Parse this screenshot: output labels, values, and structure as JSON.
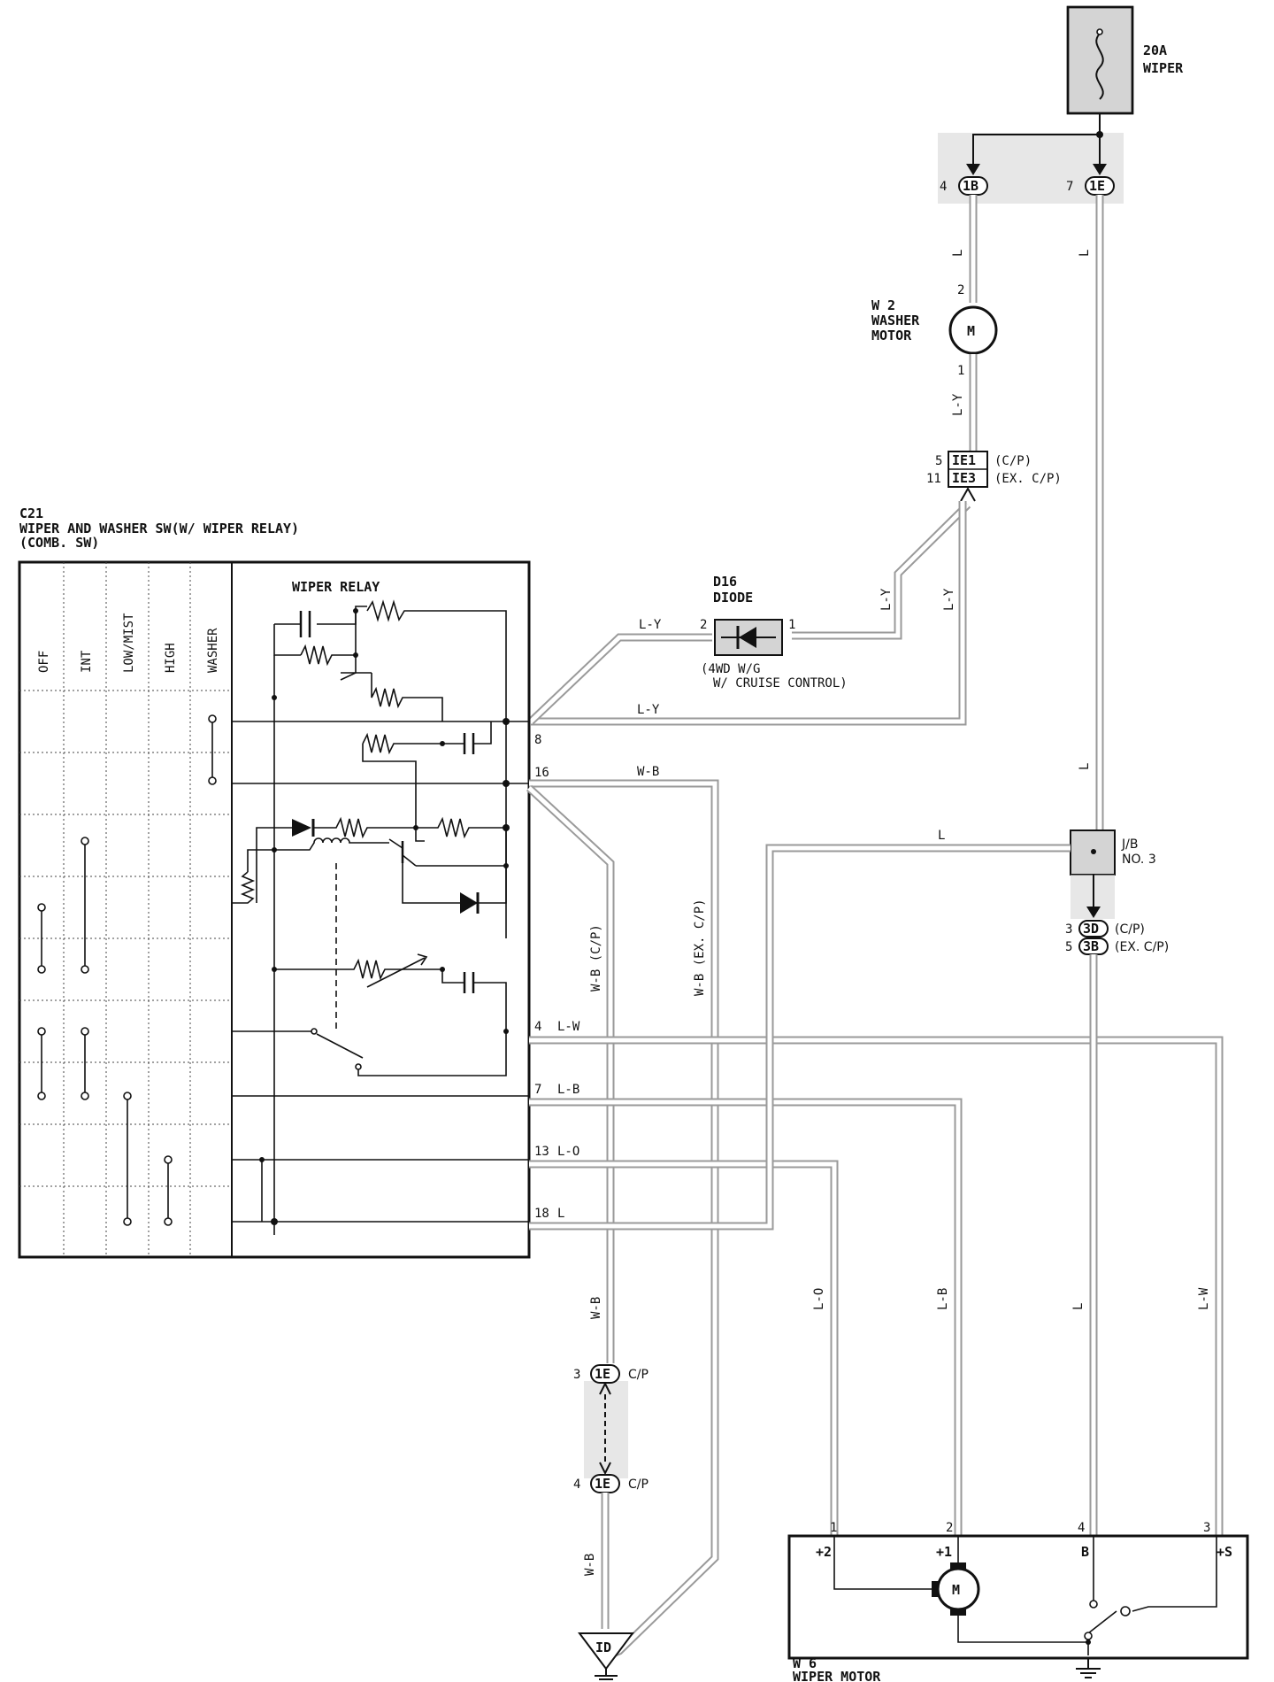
{
  "fuse": {
    "label": "20A",
    "sub": "WIPER"
  },
  "connectors": {
    "c1b": {
      "pin": "4",
      "id": "1B"
    },
    "c1e_top": {
      "pin": "7",
      "id": "1E"
    },
    "ie1": {
      "pin": "5",
      "id": "IE1",
      "note": "(C/P)"
    },
    "ie3": {
      "pin": "11",
      "id": "IE3",
      "note": "(EX. C/P)"
    },
    "c3d": {
      "pin": "3",
      "id": "3D",
      "note": "(C/P)"
    },
    "c3b": {
      "pin": "5",
      "id": "3B",
      "note": "(EX. C/P)"
    },
    "c1e_mid": {
      "pin": "3",
      "id": "1E",
      "note": "C/P"
    },
    "c1e_low": {
      "pin": "4",
      "id": "1E",
      "note": "C/P"
    },
    "ground_id": "ID"
  },
  "washer_motor": {
    "code": "W 2",
    "name_1": "WASHER",
    "name_2": "MOTOR",
    "pin_top": "2",
    "pin_bottom": "1",
    "symbol": "M"
  },
  "diode": {
    "code": "D16",
    "name": "DIODE",
    "pin_left": "2",
    "pin_right": "1",
    "note_1": "(4WD W/G",
    "note_2": "W/ CRUISE CONTROL)"
  },
  "switch": {
    "code": "C21",
    "name": "WIPER AND WASHER SW(W/ WIPER RELAY)",
    "sub": "(COMB. SW)",
    "relay_label": "WIPER RELAY",
    "columns": [
      "OFF",
      "INT",
      "LOW/MIST",
      "HIGH",
      "WASHER"
    ],
    "pins": [
      "8",
      "16",
      "4",
      "7",
      "13",
      "18"
    ],
    "pin_colors": [
      "",
      "",
      "L-W",
      "L-B",
      "L-O",
      "L"
    ]
  },
  "junction_block": {
    "name_1": "J/B",
    "name_2": "NO. 3"
  },
  "wiper_motor": {
    "code": "W 6",
    "name": "WIPER MOTOR",
    "pins": [
      "1",
      "2",
      "4",
      "3"
    ],
    "terminals": [
      "+2",
      "+1",
      "B",
      "+S"
    ],
    "symbol": "M"
  },
  "wire_colors": {
    "l": "L",
    "ly": "L-Y",
    "wb": "W-B",
    "wb_cp": "W-B  (C/P)",
    "wb_excp": "W-B  (EX. C/P)",
    "lo": "L-O",
    "lb": "L-B",
    "lw": "L-W"
  }
}
